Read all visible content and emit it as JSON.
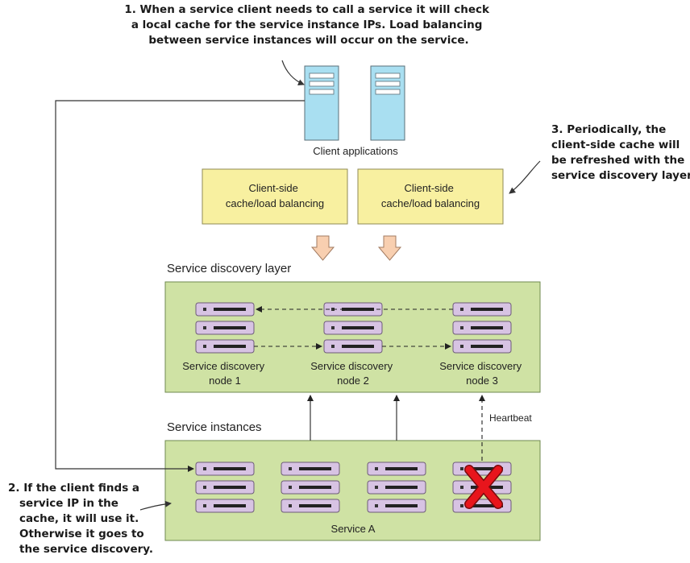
{
  "annotations": {
    "step1": [
      "1. When a service client needs to call a service it will check",
      "a local cache for the service instance IPs. Load balancing",
      "between service instances will occur on the service."
    ],
    "step2": [
      "2. If the client finds a",
      "service IP in the",
      "cache, it will use it.",
      "Otherwise it goes to",
      "the service discovery."
    ],
    "step3": [
      "3. Periodically, the",
      "client-side cache will",
      "be refreshed with the",
      "service discovery layer."
    ]
  },
  "client": {
    "label": "Client applications",
    "cache_boxes": [
      {
        "lines": [
          "Client-side",
          "cache/load balancing"
        ]
      },
      {
        "lines": [
          "Client-side",
          "cache/load balancing"
        ]
      }
    ]
  },
  "discovery": {
    "title": "Service discovery layer",
    "nodes": [
      {
        "lines": [
          "Service discovery",
          "node 1"
        ]
      },
      {
        "lines": [
          "Service discovery",
          "node 2"
        ]
      },
      {
        "lines": [
          "Service discovery",
          "node 3"
        ]
      }
    ]
  },
  "instances": {
    "title": "Service instances",
    "service_label": "Service A",
    "heartbeat_label": "Heartbeat",
    "failed_marker": "X"
  },
  "colors": {
    "client_server": "#a9dff1",
    "cache_box": "#f8f0a0",
    "layer_box": "#cfe2a4",
    "node_server": "#d7c3e3",
    "down_arrow": "#f8cfb0",
    "failed_x": "#e8151c"
  }
}
